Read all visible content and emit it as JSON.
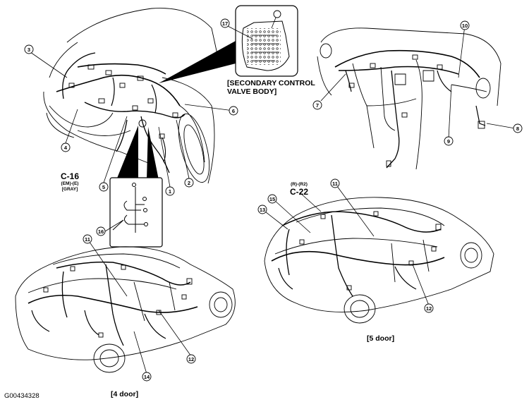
{
  "labels": {
    "secondary_control_line1": "[SECONDARY CONTROL",
    "secondary_control_line2": "VALVE BODY]",
    "four_door": "[4 door]",
    "five_door": "[5 door]",
    "figure_id": "G00434328"
  },
  "connectors": {
    "c16": {
      "name": "C-16",
      "sub1": "(EM)-(E)",
      "sub2": "[GRAY]"
    },
    "c22": {
      "name": "C-22",
      "sub1": "(R)-(R2)"
    }
  },
  "callouts": {
    "n1": "1",
    "n2": "2",
    "n3": "3",
    "n4": "4",
    "n5": "5",
    "n6": "6",
    "n7": "7",
    "n8": "8",
    "n9": "9",
    "n10": "10",
    "n11a": "11",
    "n11b": "11",
    "n12a": "12",
    "n12b": "12",
    "n13": "13",
    "n14": "14",
    "n15": "15",
    "n16": "16",
    "n17": "17"
  }
}
